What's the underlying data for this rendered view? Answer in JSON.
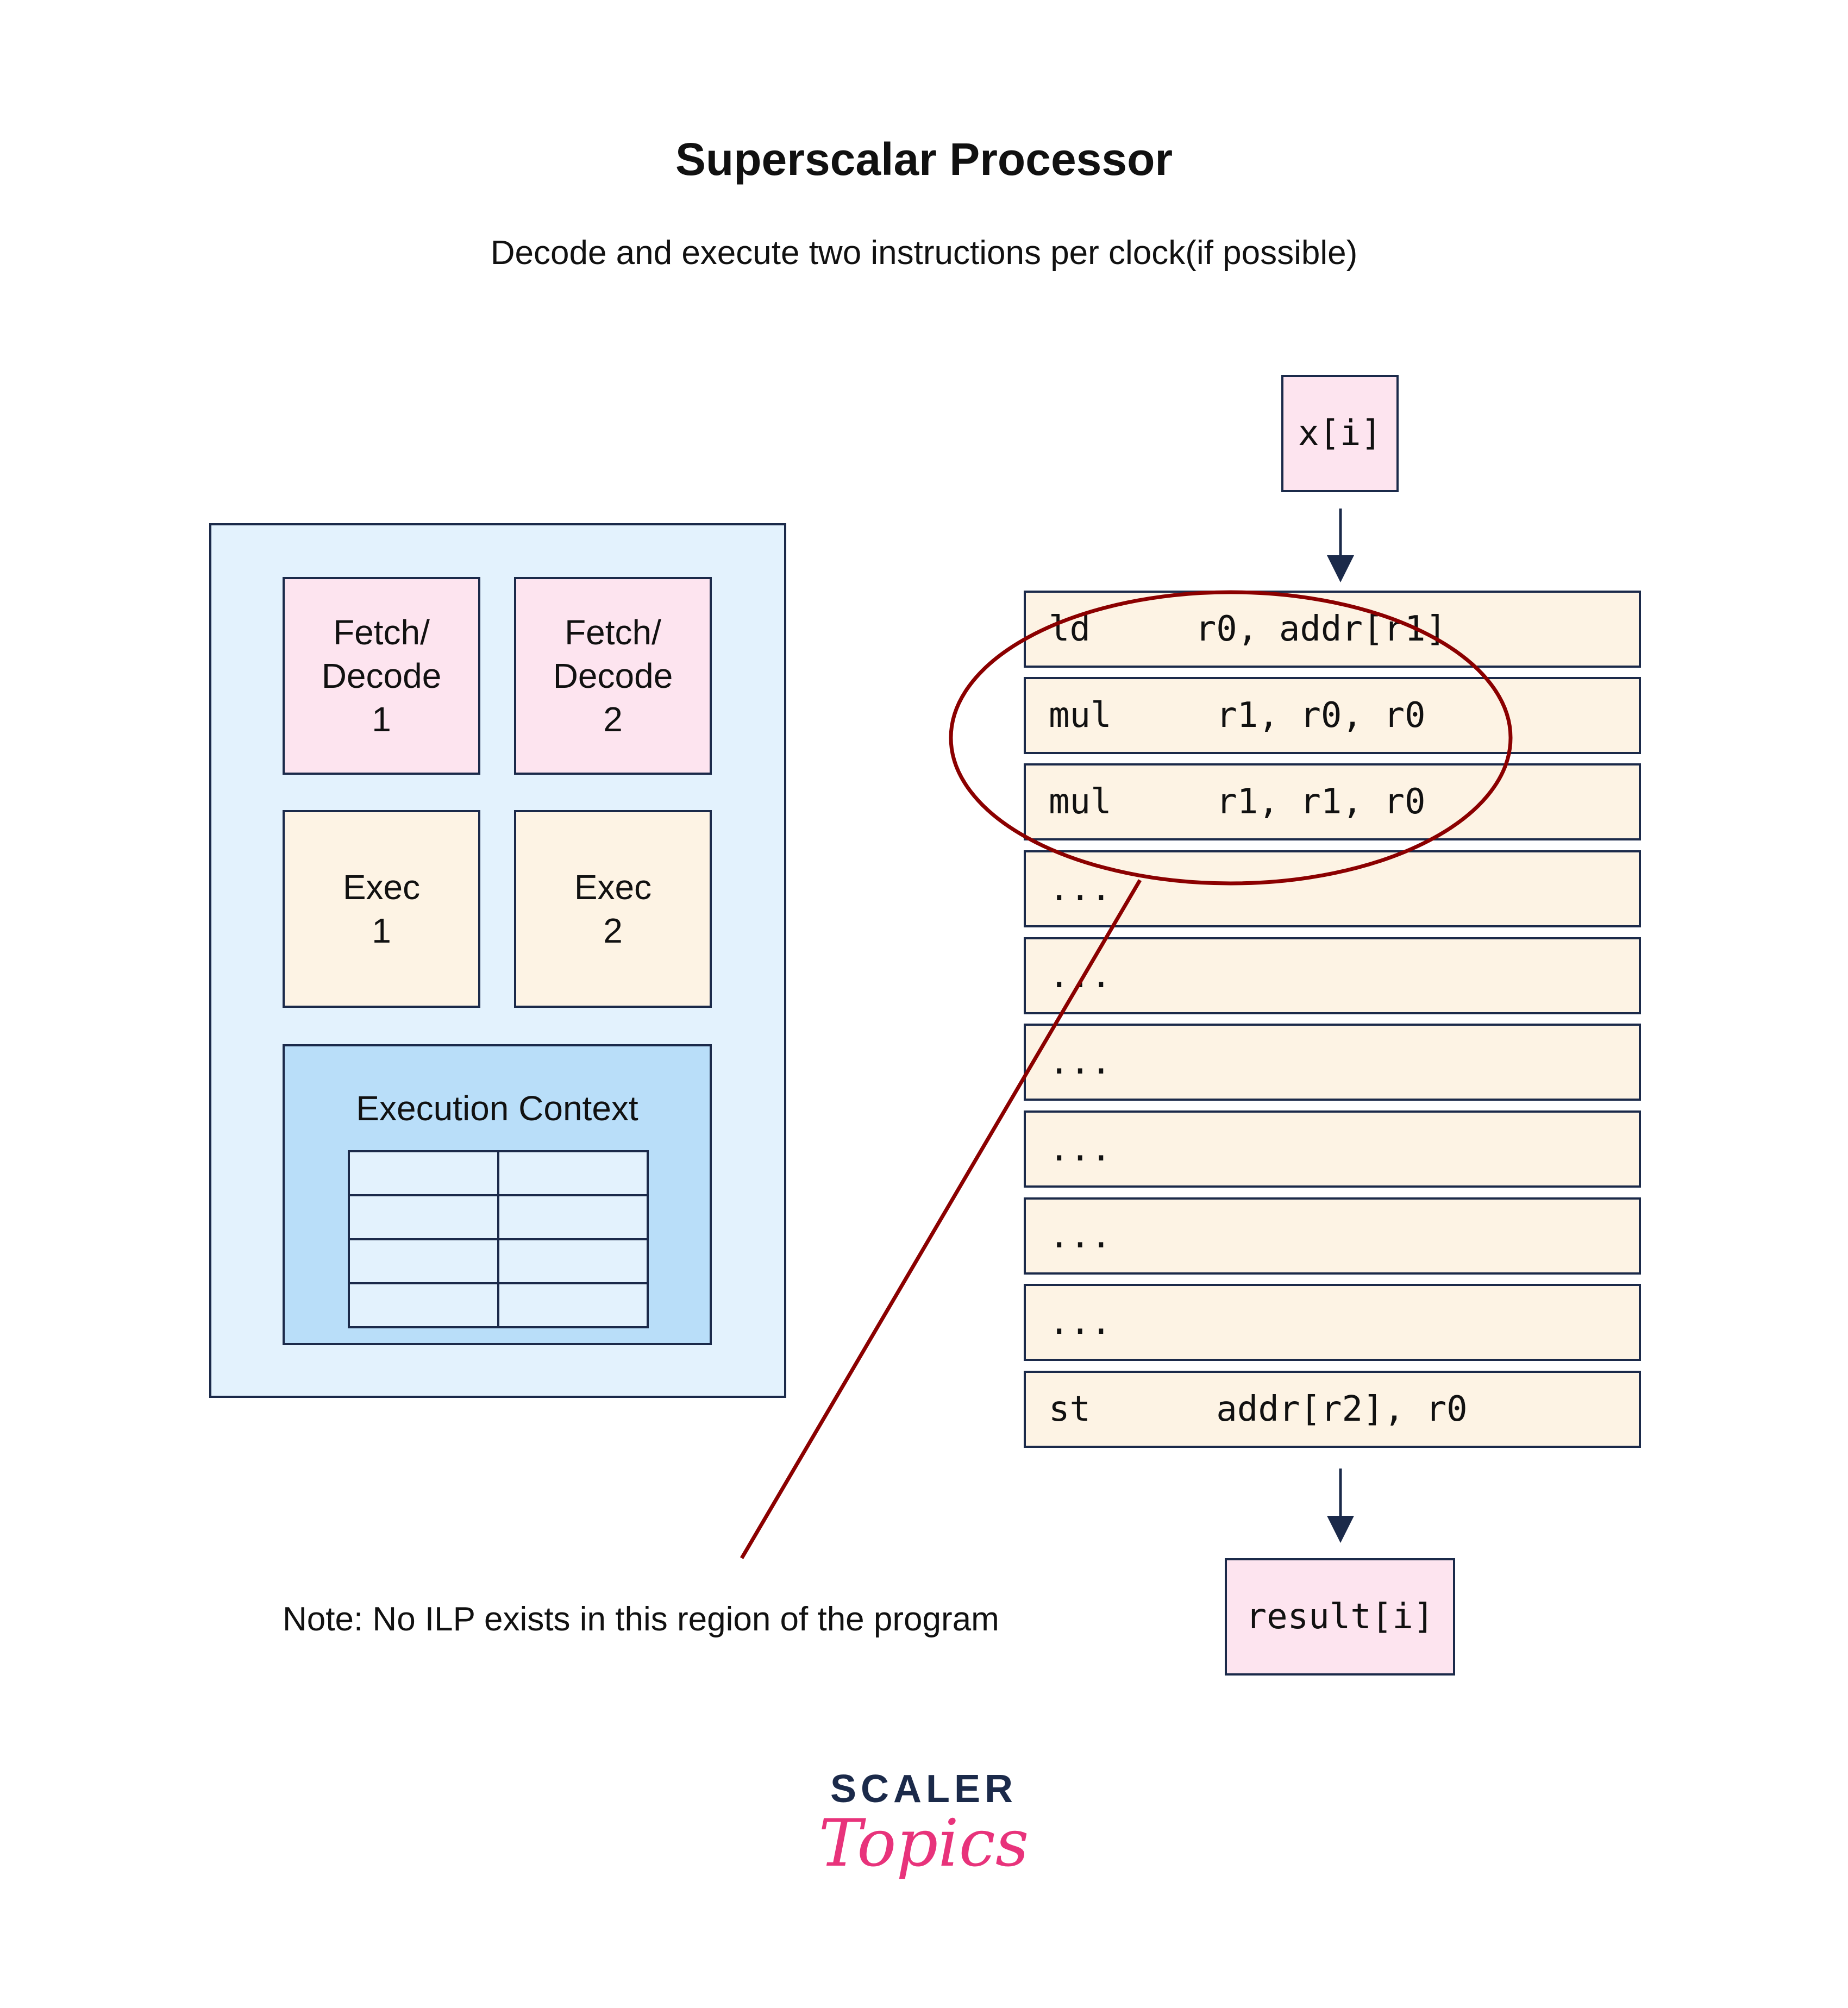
{
  "title": "Superscalar Processor",
  "subtitle": "Decode and execute two instructions per clock(if possible)",
  "core": {
    "fetch_decode_1": "Fetch/\nDecode\n1",
    "fetch_decode_2": "Fetch/\nDecode\n2",
    "exec_1": "Exec\n1",
    "exec_2": "Exec\n2",
    "execution_context": "Execution Context"
  },
  "input_label": "x[i]",
  "output_label": "result[i]",
  "instructions": [
    "ld     r0, addr[r1]",
    "mul     r1, r0, r0",
    "mul     r1, r1, r0",
    "...",
    "...",
    "...",
    "...",
    "...",
    "...",
    "st      addr[r2], r0"
  ],
  "note": "Note: No ILP exists in this region of the program",
  "logo": {
    "top": "SCALER",
    "bottom": "Topics"
  },
  "colors": {
    "fetch_fill": "#fde4ef",
    "exec_fill": "#fdf3e4",
    "core_fill": "#e3f2fd",
    "context_fill": "#b9def9",
    "highlight_stroke": "#8b0000",
    "logo_accent": "#e8337b",
    "border": "#1b2a4a"
  }
}
